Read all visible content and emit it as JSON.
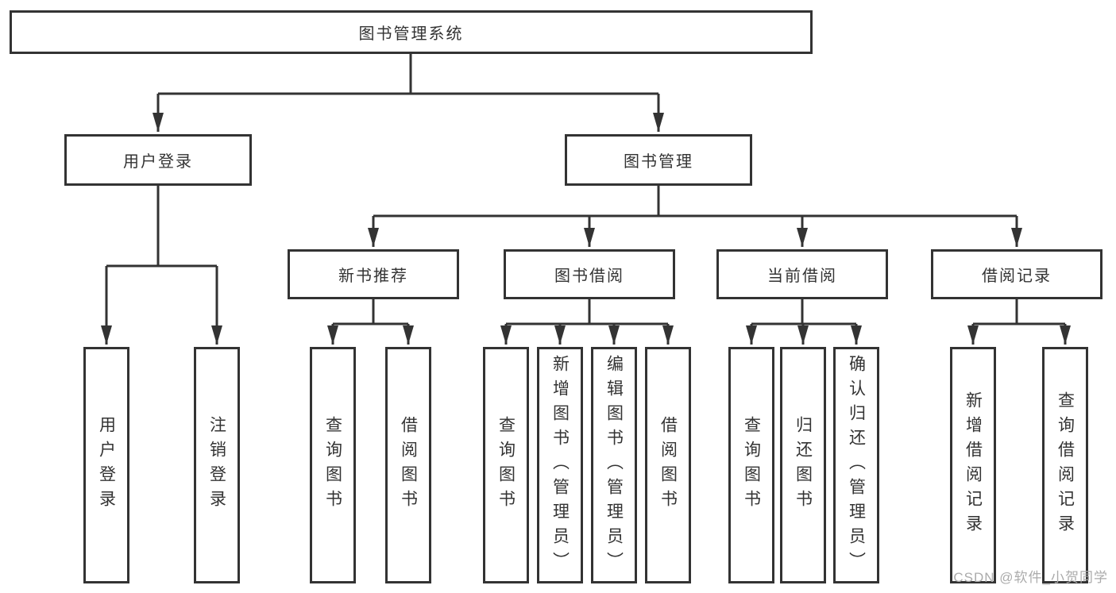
{
  "diagram": {
    "root": "图书管理系统",
    "level2": {
      "user_login": "用户登录",
      "book_management": "图书管理"
    },
    "level3": {
      "new_books": "新书推荐",
      "borrowing": "图书借阅",
      "current": "当前借阅",
      "records": "借阅记录"
    },
    "leaves": {
      "user": [
        "用户登录",
        "注销登录"
      ],
      "new_books": [
        "查询图书",
        "借阅图书"
      ],
      "borrowing": [
        "查询图书",
        "新增图书（管理员）",
        "编辑图书（管理员）",
        "借阅图书"
      ],
      "current": [
        "查询图书",
        "归还图书",
        "确认归还（管理员）"
      ],
      "records": [
        "新增借阅记录",
        "查询借阅记录"
      ]
    }
  },
  "watermark": "CSDN @软件_小贺同学",
  "colors": {
    "line": "#333333",
    "text": "#333333",
    "watermark": "#ababab",
    "background": "#ffffff"
  }
}
